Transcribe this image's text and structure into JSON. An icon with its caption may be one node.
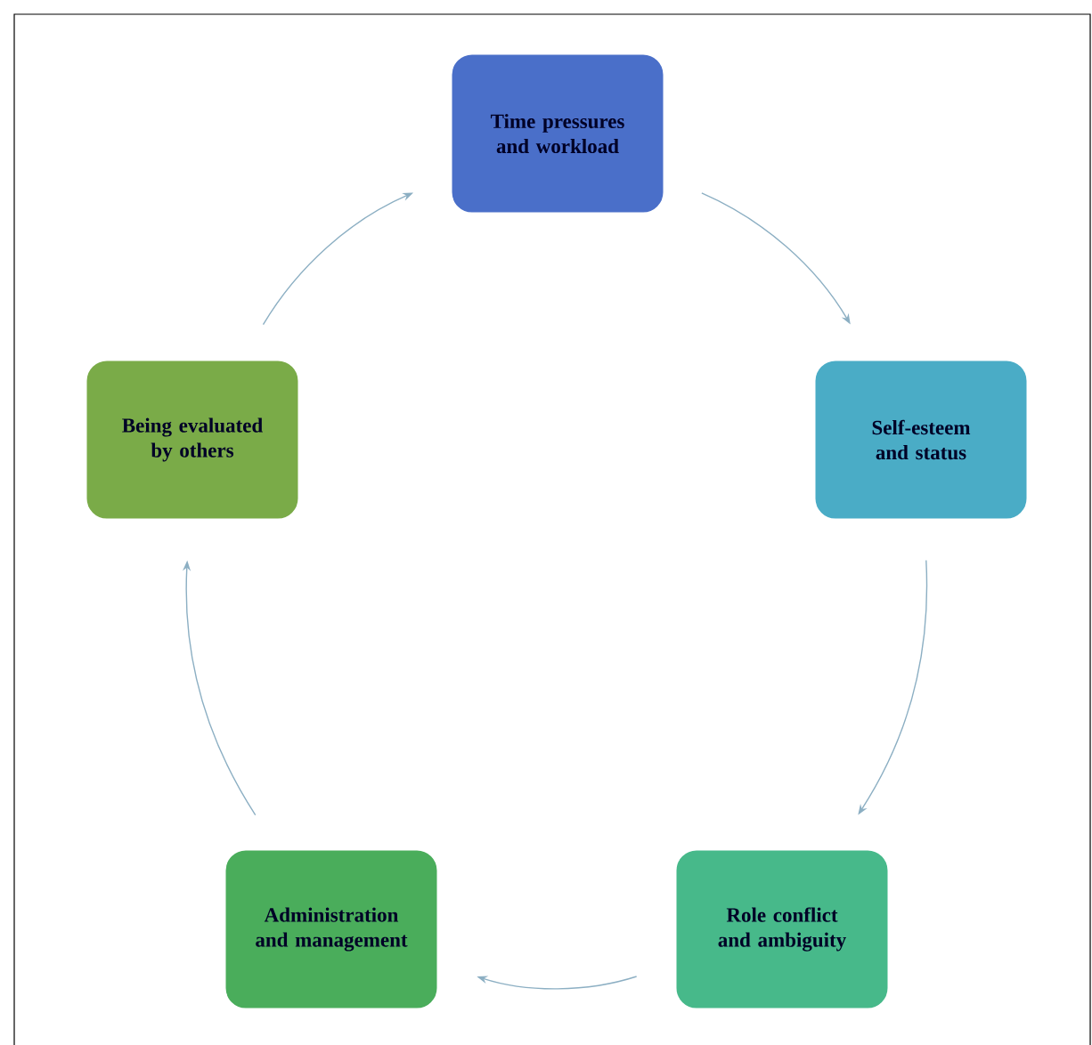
{
  "diagram": {
    "nodes": [
      {
        "text": [
          "Time pressures and workload"
        ]
      },
      {
        "text": [
          "Self-esteem and status"
        ]
      },
      {
        "text": [
          "Role conflict and ambiguity"
        ]
      },
      {
        "text": [
          "Administration and management"
        ]
      },
      {
        "text": [
          "Being evaluated by others"
        ]
      }
    ],
    "edges": [
      {
        "from": 0,
        "to": 1,
        "arrow": "to"
      },
      {
        "from": 1,
        "to": 2,
        "arrow": "to"
      },
      {
        "from": 2,
        "to": 3,
        "arrow": "to"
      },
      {
        "from": 3,
        "to": 4,
        "arrow": "to"
      },
      {
        "from": 4,
        "to": 0,
        "arrow": "to"
      }
    ]
  }
}
